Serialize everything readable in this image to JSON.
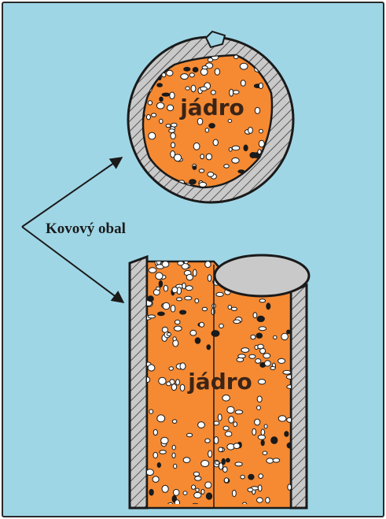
{
  "labels": {
    "metal_casing": "Kovový obal",
    "core_top": "jádro",
    "core_bottom": "jádro"
  },
  "colors": {
    "background": "#9fd6e6",
    "frame": "#2a2a2a",
    "casing_fill": "#c9c9c9",
    "hatch": "#555555",
    "core_fill": "#f58a33",
    "pore_fill": "#ffffff",
    "outline": "#1a1a1a",
    "arrow": "#1a1a1a",
    "text": "#1a1a1a",
    "core_text": "#3b2417"
  }
}
